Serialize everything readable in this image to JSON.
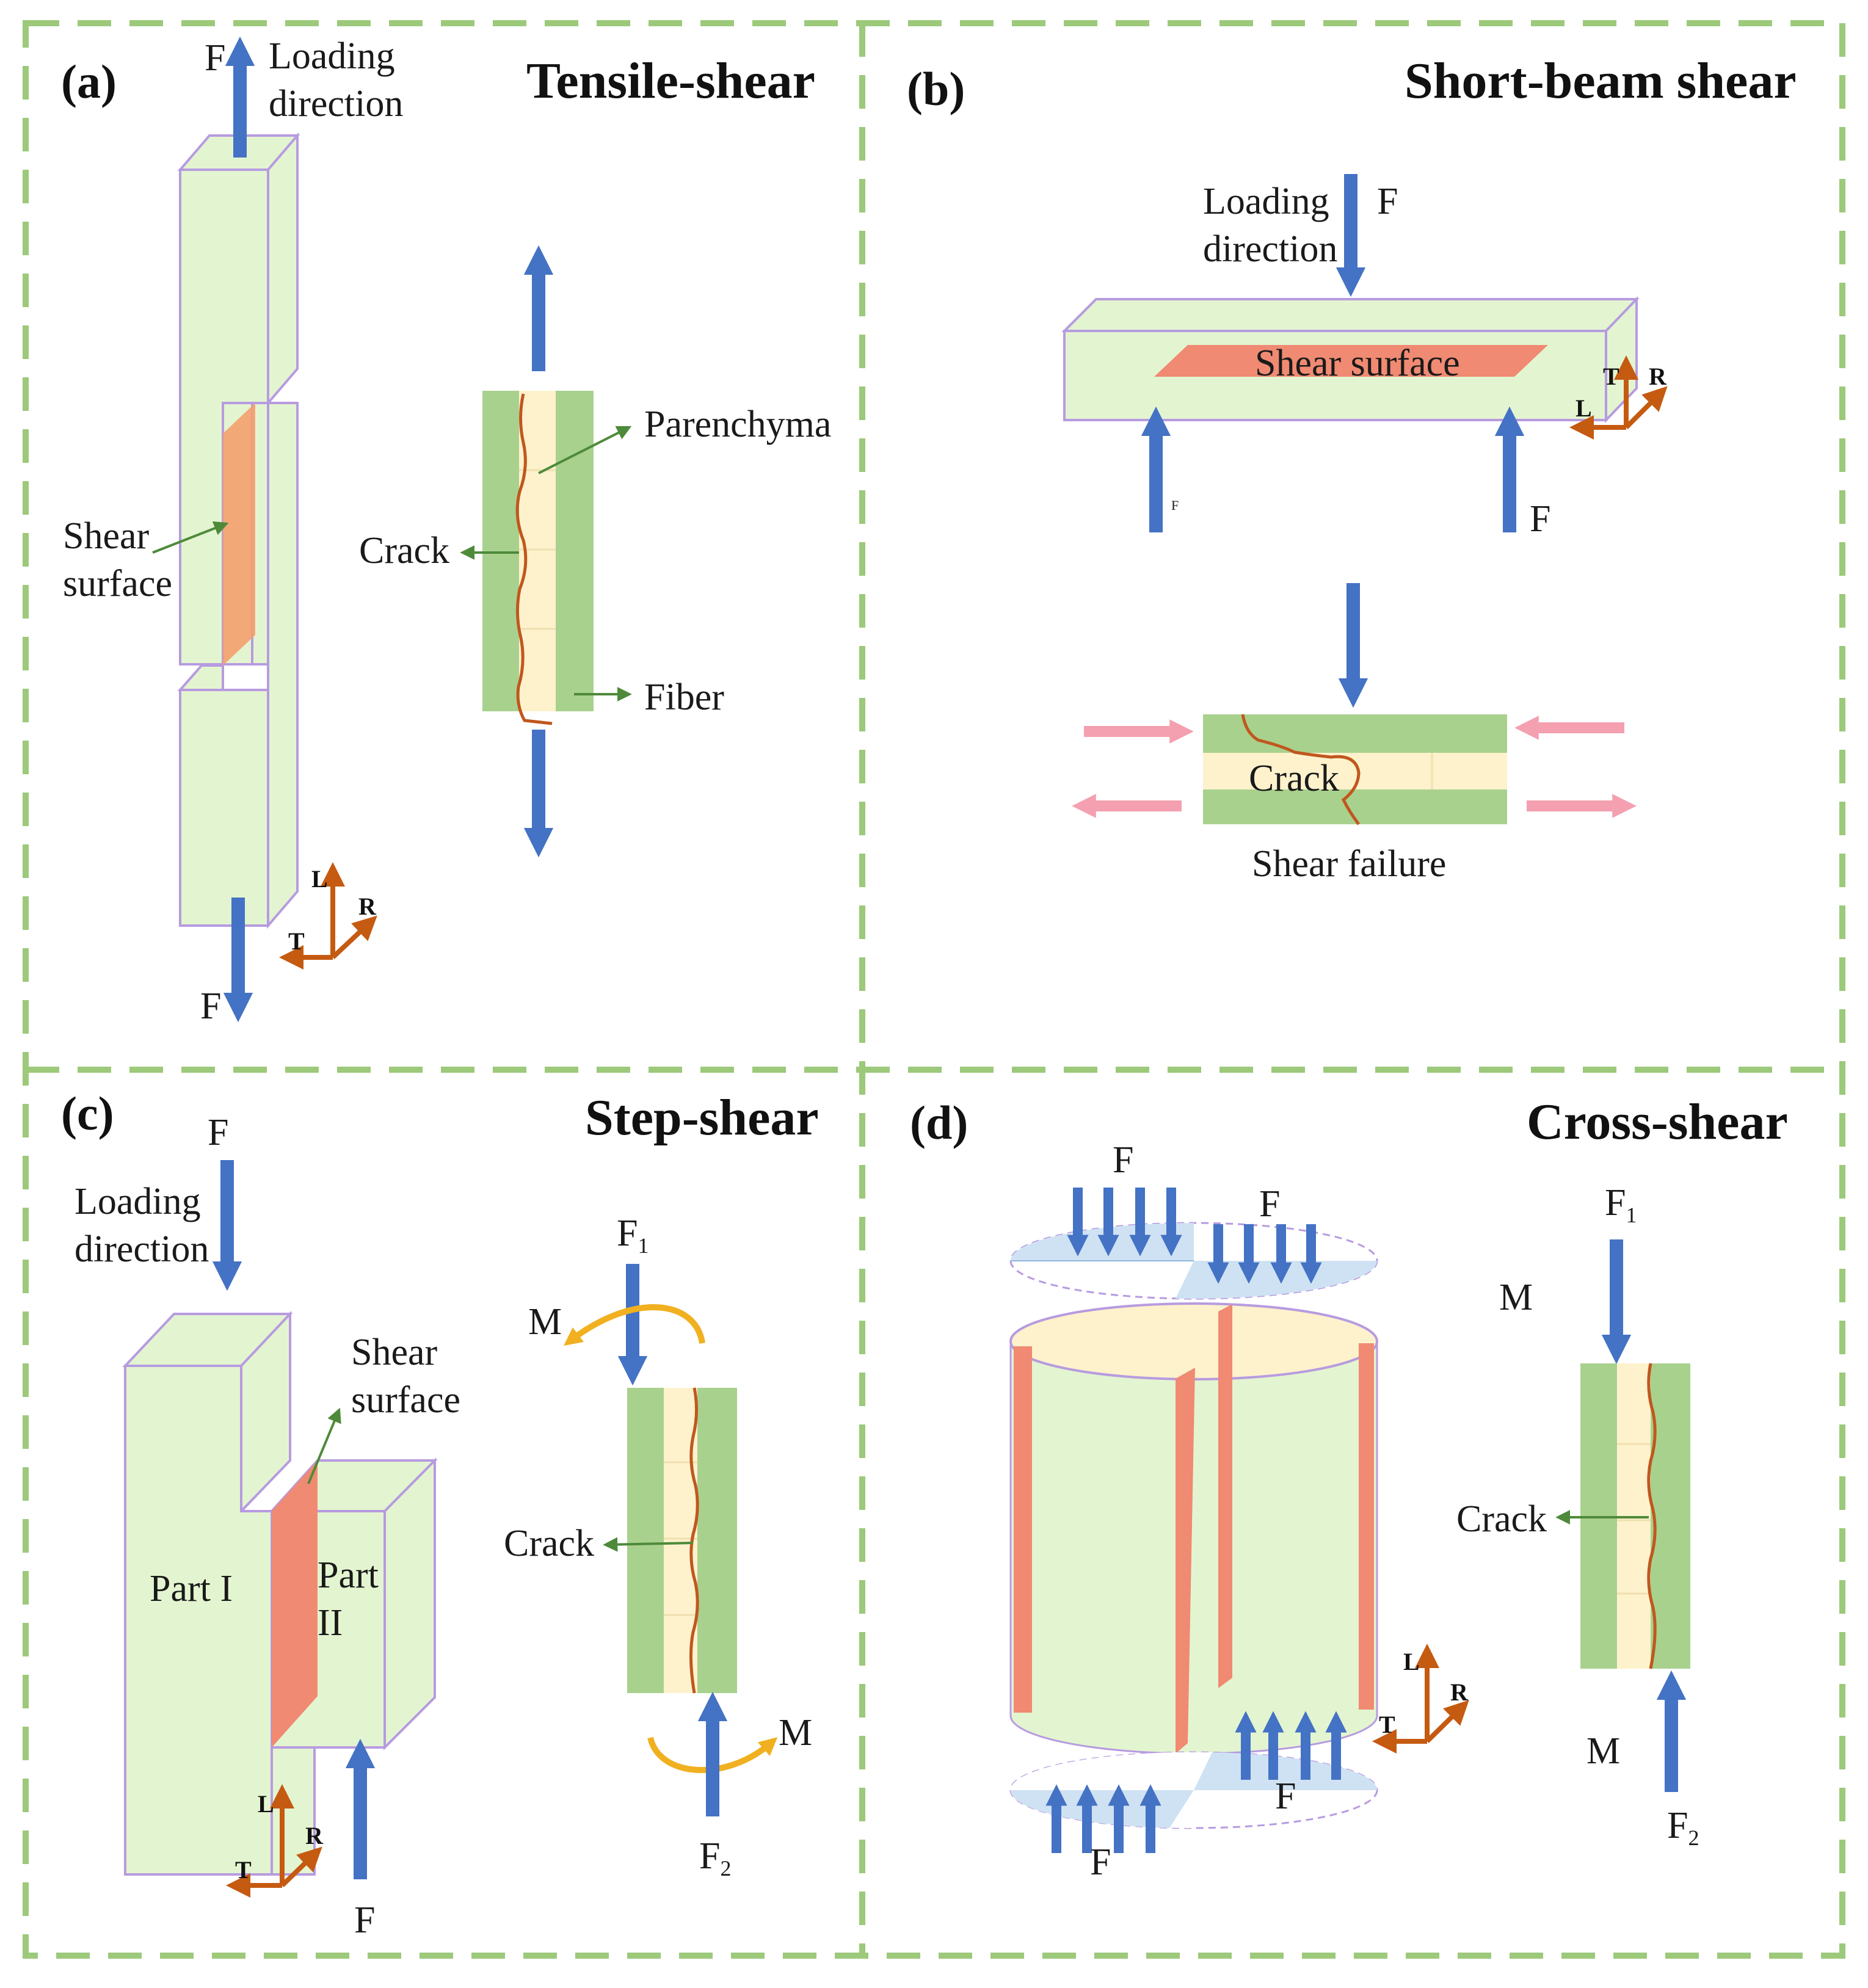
{
  "panels": {
    "a": {
      "label": "(a)",
      "title": "Tensile-shear",
      "force_top": "F",
      "force_bottom": "F",
      "loading_line1": "Loading",
      "loading_line2": "direction",
      "shear_line1": "Shear",
      "shear_line2": "surface",
      "parenchyma": "Parenchyma",
      "crack": "Crack",
      "fiber": "Fiber",
      "axis_l": "L",
      "axis_r": "R",
      "axis_t": "T"
    },
    "b": {
      "label": "(b)",
      "title": "Short-beam shear",
      "loading_line1": "Loading",
      "loading_line2": "direction",
      "force_top": "F",
      "shear_surface": "Shear surface",
      "force_left": "F",
      "force_right": "F",
      "crack": "Crack",
      "shear_failure": "Shear failure",
      "axis_l": "L",
      "axis_r": "R",
      "axis_t": "T"
    },
    "c": {
      "label": "(c)",
      "title": "Step-shear",
      "force_top": "F",
      "loading_line1": "Loading",
      "loading_line2": "direction",
      "shear_line1": "Shear",
      "shear_line2": "surface",
      "part1": "Part I",
      "part2_line1": "Part",
      "part2_line2": "II",
      "f1": "F",
      "f1_sub": "1",
      "m_top": "M",
      "crack": "Crack",
      "m_bottom": "M",
      "f2": "F",
      "f2_sub": "2",
      "force_bottom": "F",
      "axis_l": "L",
      "axis_r": "R",
      "axis_t": "T"
    },
    "d": {
      "label": "(d)",
      "title": "Cross-shear",
      "force_top_left": "F",
      "force_top_right": "F",
      "force_bottom_right": "F",
      "force_bottom_left": "F",
      "f1": "F",
      "f1_sub": "1",
      "m_top": "M",
      "crack": "Crack",
      "m_bottom": "M",
      "f2": "F",
      "f2_sub": "2",
      "axis_l": "L",
      "axis_r": "R",
      "axis_t": "T"
    }
  },
  "colors": {
    "frame_dash": "#9cc97a",
    "specimen_fill": "#e3f5d0",
    "specimen_edge": "#b79be0",
    "shear_orange": "#f4a06e",
    "shear_salmon": "#f08a72",
    "arrow_blue": "#4472c4",
    "fiber_green": "#a9d18e",
    "parenchyma_cream": "#fdf2cc",
    "crack_brown": "#c0571e",
    "axis_orange": "#c55a11",
    "leader_green": "#4e8a3a",
    "pink_arrow": "#f4a0b0",
    "moment_gold": "#f0b020",
    "disk_blue": "#cfe2f3"
  }
}
